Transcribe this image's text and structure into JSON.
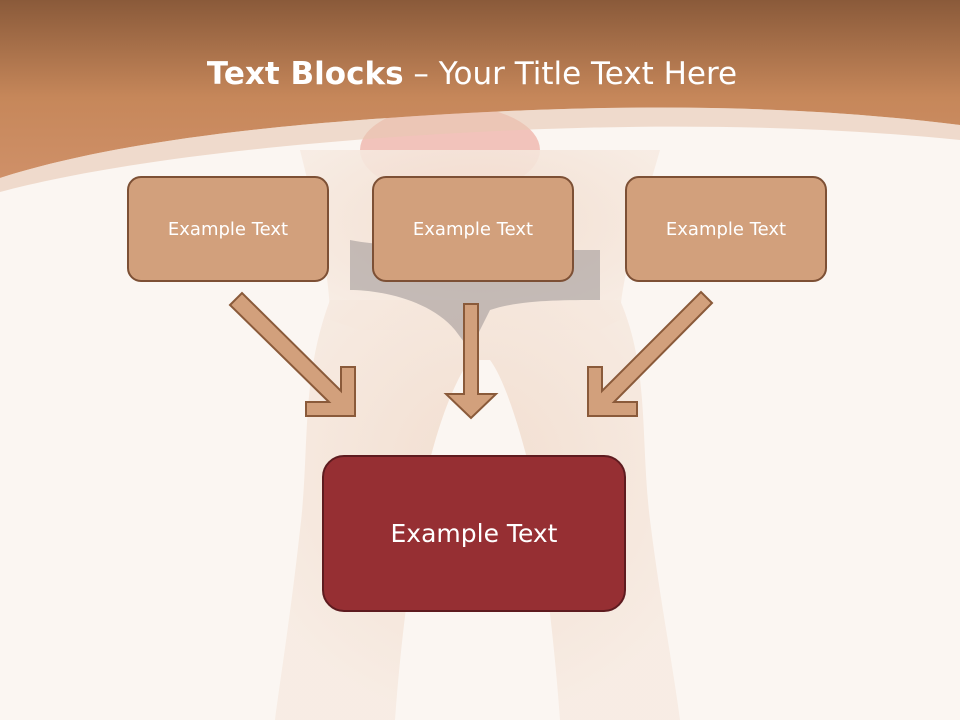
{
  "title": {
    "bold": "Text Blocks",
    "separator": " – ",
    "rest": "Your Title Text Here"
  },
  "blocks": {
    "left": "Example Text",
    "center": "Example Text",
    "right": "Example Text",
    "target": "Example Text"
  },
  "colors": {
    "header_band": "#c6875a",
    "small_box_fill": "#d2a07c",
    "small_box_border": "#7d5035",
    "target_fill": "#962f33",
    "arrow_fill": "#d2a07c",
    "arrow_stroke": "#8a5a3a"
  }
}
